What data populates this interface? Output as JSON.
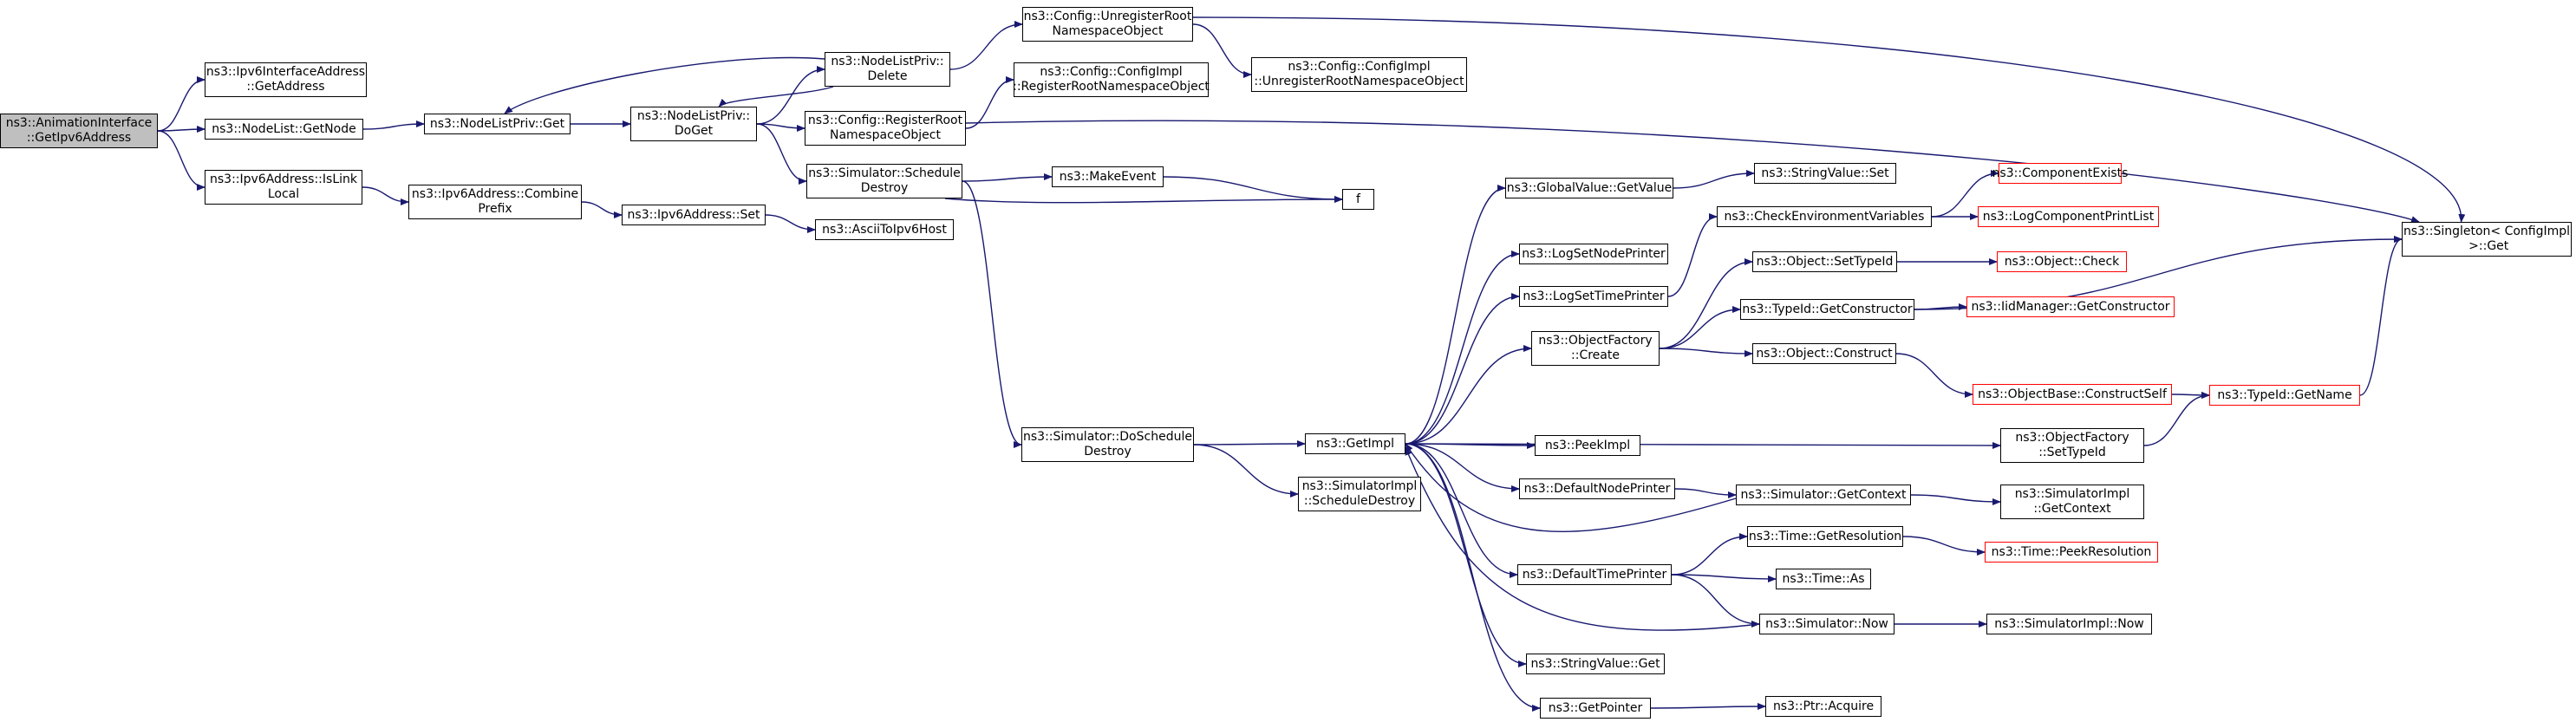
{
  "graph": {
    "edge_color": "#191970",
    "root_fill": "#bfbfbf",
    "truncated_border": "#ff0000",
    "nodes": [
      {
        "id": "root",
        "label": "ns3::AnimationInterface\n::GetIpv6Address",
        "style": "root"
      },
      {
        "id": "ipv6ifaddr",
        "label": "ns3::Ipv6InterfaceAddress\n::GetAddress"
      },
      {
        "id": "nodelist_getnode",
        "label": "ns3::NodeList::GetNode"
      },
      {
        "id": "ipv6_islinklocal",
        "label": "ns3::Ipv6Address::IsLink\nLocal"
      },
      {
        "id": "nlp_get",
        "label": "ns3::NodeListPriv::Get"
      },
      {
        "id": "ipv6_combine",
        "label": "ns3::Ipv6Address::Combine\nPrefix"
      },
      {
        "id": "nlp_doget",
        "label": "ns3::NodeListPriv::\nDoGet"
      },
      {
        "id": "ipv6_set",
        "label": "ns3::Ipv6Address::Set"
      },
      {
        "id": "nlp_delete",
        "label": "ns3::NodeListPriv::\nDelete"
      },
      {
        "id": "cfg_register",
        "label": "ns3::Config::RegisterRoot\nNamespaceObject"
      },
      {
        "id": "sim_schedule_destroy",
        "label": "ns3::Simulator::Schedule\nDestroy"
      },
      {
        "id": "ascii_to_ipv6",
        "label": "ns3::AsciiToIpv6Host"
      },
      {
        "id": "cfg_unregister",
        "label": "ns3::Config::UnregisterRoot\nNamespaceObject"
      },
      {
        "id": "cfgimpl_register",
        "label": "ns3::Config::ConfigImpl\n::RegisterRootNamespaceObject"
      },
      {
        "id": "make_event",
        "label": "ns3::MakeEvent"
      },
      {
        "id": "f",
        "label": "f"
      },
      {
        "id": "sim_do_schedule_destroy",
        "label": "ns3::Simulator::DoSchedule\nDestroy"
      },
      {
        "id": "cfgimpl_unregister",
        "label": "ns3::Config::ConfigImpl\n::UnregisterRootNamespaceObject"
      },
      {
        "id": "getimpl",
        "label": "ns3::GetImpl"
      },
      {
        "id": "simimpl_schedule_destroy",
        "label": "ns3::SimulatorImpl\n::ScheduleDestroy"
      },
      {
        "id": "globalvalue_getvalue",
        "label": "ns3::GlobalValue::GetValue"
      },
      {
        "id": "logsetnodeprinter",
        "label": "ns3::LogSetNodePrinter"
      },
      {
        "id": "logsettimeprinter",
        "label": "ns3::LogSetTimePrinter"
      },
      {
        "id": "objectfactory_create",
        "label": "ns3::ObjectFactory\n::Create"
      },
      {
        "id": "peekimpl",
        "label": "ns3::PeekImpl"
      },
      {
        "id": "defaultnodeprinter",
        "label": "ns3::DefaultNodePrinter"
      },
      {
        "id": "defaulttimeprinter",
        "label": "ns3::DefaultTimePrinter"
      },
      {
        "id": "stringvalue_get",
        "label": "ns3::StringValue::Get"
      },
      {
        "id": "getpointer",
        "label": "ns3::GetPointer"
      },
      {
        "id": "stringvalue_set",
        "label": "ns3::StringValue::Set"
      },
      {
        "id": "checkenvvars",
        "label": "ns3::CheckEnvironmentVariables"
      },
      {
        "id": "object_settypeid",
        "label": "ns3::Object::SetTypeId"
      },
      {
        "id": "typeid_getconstructor",
        "label": "ns3::TypeId::GetConstructor"
      },
      {
        "id": "object_construct",
        "label": "ns3::Object::Construct"
      },
      {
        "id": "objectfactory_settypeid",
        "label": "ns3::ObjectFactory\n::SetTypeId"
      },
      {
        "id": "sim_getcontext",
        "label": "ns3::Simulator::GetContext"
      },
      {
        "id": "time_getresolution",
        "label": "ns3::Time::GetResolution"
      },
      {
        "id": "time_as",
        "label": "ns3::Time::As"
      },
      {
        "id": "sim_now",
        "label": "ns3::Simulator::Now"
      },
      {
        "id": "ptr_acquire",
        "label": "ns3::Ptr::Acquire"
      },
      {
        "id": "componentexists",
        "label": "ns3::ComponentExists",
        "style": "red"
      },
      {
        "id": "logcomponentprintlist",
        "label": "ns3::LogComponentPrintList",
        "style": "red"
      },
      {
        "id": "object_check",
        "label": "ns3::Object::Check",
        "style": "red"
      },
      {
        "id": "iidmanager_getconstructor",
        "label": "ns3::IidManager::GetConstructor",
        "style": "red"
      },
      {
        "id": "objectbase_constructself",
        "label": "ns3::ObjectBase::ConstructSelf",
        "style": "red"
      },
      {
        "id": "typeid_getname",
        "label": "ns3::TypeId::GetName",
        "style": "red"
      },
      {
        "id": "simimpl_getcontext",
        "label": "ns3::SimulatorImpl\n::GetContext"
      },
      {
        "id": "time_peekresolution",
        "label": "ns3::Time::PeekResolution",
        "style": "red"
      },
      {
        "id": "simimpl_now",
        "label": "ns3::SimulatorImpl::Now"
      },
      {
        "id": "singleton_get",
        "label": "ns3::Singleton< ConfigImpl\n >::Get"
      }
    ],
    "edges": [
      [
        "root",
        "ipv6ifaddr"
      ],
      [
        "root",
        "nodelist_getnode"
      ],
      [
        "root",
        "ipv6_islinklocal"
      ],
      [
        "nodelist_getnode",
        "nlp_get"
      ],
      [
        "nlp_get",
        "nlp_doget"
      ],
      [
        "nlp_doget",
        "nlp_delete"
      ],
      [
        "nlp_delete",
        "nlp_get"
      ],
      [
        "nlp_delete",
        "nlp_doget"
      ],
      [
        "nlp_delete",
        "cfg_unregister"
      ],
      [
        "nlp_doget",
        "cfg_register"
      ],
      [
        "nlp_doget",
        "sim_schedule_destroy"
      ],
      [
        "ipv6_islinklocal",
        "ipv6_combine"
      ],
      [
        "ipv6_combine",
        "ipv6_set"
      ],
      [
        "ipv6_set",
        "ascii_to_ipv6"
      ],
      [
        "cfg_register",
        "cfgimpl_register"
      ],
      [
        "cfg_register",
        "singleton_get"
      ],
      [
        "cfg_unregister",
        "cfgimpl_unregister"
      ],
      [
        "cfg_unregister",
        "singleton_get"
      ],
      [
        "sim_schedule_destroy",
        "make_event"
      ],
      [
        "sim_schedule_destroy",
        "f"
      ],
      [
        "sim_schedule_destroy",
        "sim_do_schedule_destroy"
      ],
      [
        "make_event",
        "f"
      ],
      [
        "sim_do_schedule_destroy",
        "getimpl"
      ],
      [
        "sim_do_schedule_destroy",
        "simimpl_schedule_destroy"
      ],
      [
        "getimpl",
        "globalvalue_getvalue"
      ],
      [
        "getimpl",
        "logsetnodeprinter"
      ],
      [
        "getimpl",
        "logsettimeprinter"
      ],
      [
        "getimpl",
        "objectfactory_create"
      ],
      [
        "getimpl",
        "peekimpl"
      ],
      [
        "getimpl",
        "defaultnodeprinter"
      ],
      [
        "getimpl",
        "defaulttimeprinter"
      ],
      [
        "getimpl",
        "stringvalue_get"
      ],
      [
        "getimpl",
        "getpointer"
      ],
      [
        "getimpl",
        "objectfactory_settypeid"
      ],
      [
        "globalvalue_getvalue",
        "stringvalue_set"
      ],
      [
        "logsettimeprinter",
        "checkenvvars"
      ],
      [
        "checkenvvars",
        "componentexists"
      ],
      [
        "checkenvvars",
        "logcomponentprintlist"
      ],
      [
        "objectfactory_create",
        "object_settypeid"
      ],
      [
        "objectfactory_create",
        "typeid_getconstructor"
      ],
      [
        "objectfactory_create",
        "object_construct"
      ],
      [
        "object_settypeid",
        "object_check"
      ],
      [
        "typeid_getconstructor",
        "iidmanager_getconstructor"
      ],
      [
        "typeid_getconstructor",
        "singleton_get"
      ],
      [
        "object_construct",
        "objectbase_constructself"
      ],
      [
        "objectbase_constructself",
        "typeid_getname"
      ],
      [
        "objectfactory_settypeid",
        "typeid_getname"
      ],
      [
        "typeid_getname",
        "singleton_get"
      ],
      [
        "defaultnodeprinter",
        "sim_getcontext"
      ],
      [
        "sim_getcontext",
        "getimpl"
      ],
      [
        "sim_getcontext",
        "simimpl_getcontext"
      ],
      [
        "defaulttimeprinter",
        "time_getresolution"
      ],
      [
        "defaulttimeprinter",
        "time_as"
      ],
      [
        "defaulttimeprinter",
        "sim_now"
      ],
      [
        "time_getresolution",
        "time_peekresolution"
      ],
      [
        "sim_now",
        "getimpl"
      ],
      [
        "sim_now",
        "simimpl_now"
      ],
      [
        "getpointer",
        "ptr_acquire"
      ]
    ]
  }
}
